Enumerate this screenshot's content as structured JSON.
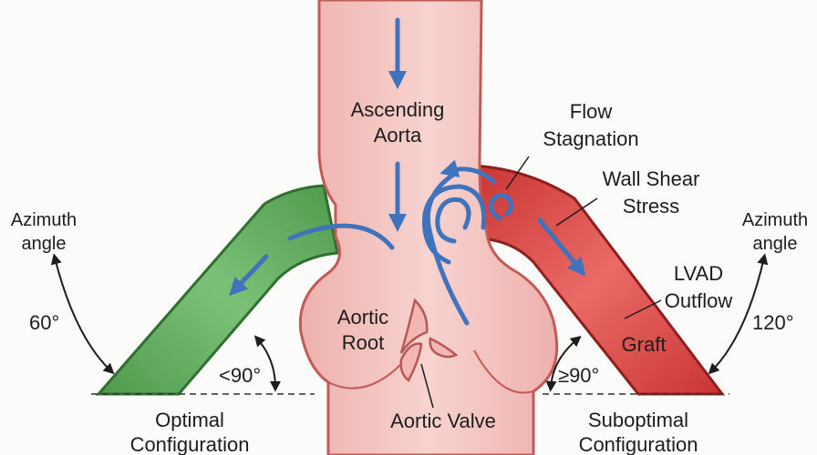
{
  "labels": {
    "ascending_aorta": [
      "Ascending",
      "Aorta"
    ],
    "flow_stagnation": [
      "Flow",
      "Stagnation"
    ],
    "wall_shear_stress": [
      "Wall Shear",
      "Stress"
    ],
    "lvad_outflow_graft": [
      "LVAD",
      "Outflow",
      "Graft"
    ],
    "aortic_root": [
      "Aortic",
      "Root"
    ],
    "aortic_valve": "Aortic Valve",
    "left_azimuth": [
      "Azimuth",
      "angle"
    ],
    "right_azimuth": [
      "Azimuth",
      "angle"
    ],
    "left_angle": "60°",
    "right_angle": "120°",
    "left_insertion_angle": "<90°",
    "right_insertion_angle": "≥90°",
    "optimal": [
      "Optimal",
      "Configuration"
    ],
    "suboptimal": [
      "Suboptimal",
      "Configuration"
    ]
  },
  "colors": {
    "aorta_fill": "#f3c3bf",
    "aorta_stroke": "#c25a57",
    "optimal_graft": "#5ea85c",
    "suboptimal_graft": "#d9403e",
    "flow_arrow": "#3f73bd",
    "text": "#1d1d1d"
  }
}
